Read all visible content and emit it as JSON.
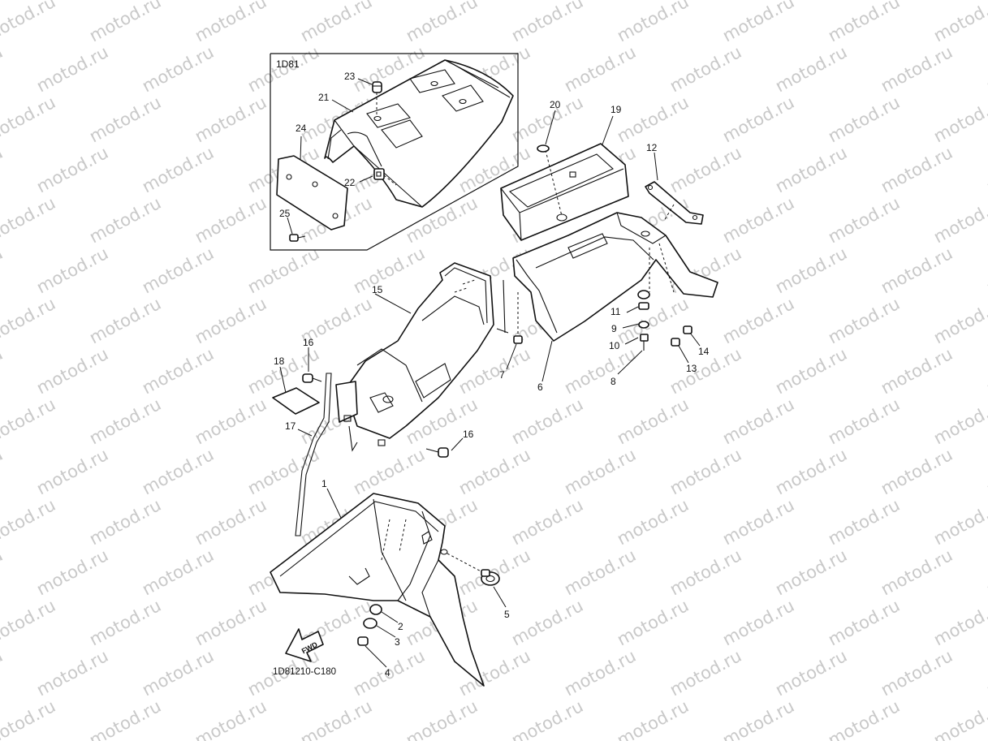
{
  "watermark": {
    "text": "motod.ru",
    "color": "#c9c9c9"
  },
  "inset": {
    "title": "1D81"
  },
  "drawing_code": "1D81210-C180",
  "fwd_label": "FWD",
  "callouts": {
    "c1": "1",
    "c2": "2",
    "c3": "3",
    "c4": "4",
    "c5": "5",
    "c6": "6",
    "c7": "7",
    "c8": "8",
    "c9": "9",
    "c10": "10",
    "c11": "11",
    "c12": "12",
    "c13": "13",
    "c14": "14",
    "c15": "15",
    "c16a": "16",
    "c16b": "16",
    "c17": "17",
    "c18": "18",
    "c19": "19",
    "c20": "20",
    "c21": "21",
    "c22": "22",
    "c23": "23",
    "c24": "24",
    "c25": "25"
  }
}
